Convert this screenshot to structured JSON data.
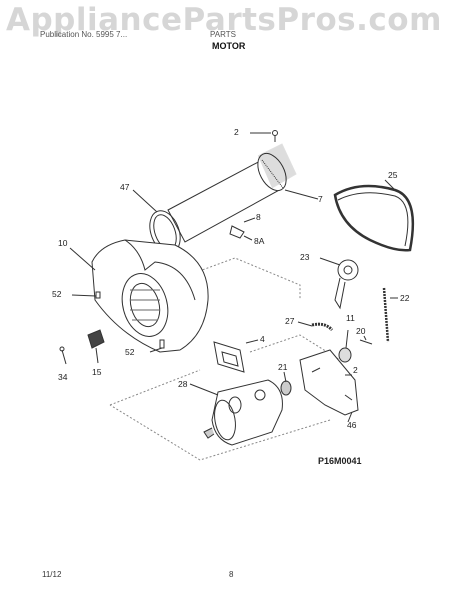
{
  "watermark": "AppliancePartsPros.com",
  "header": {
    "left_text": "Publication No. 5995 7...",
    "mid_text": "PARTS",
    "section_title": "MOTOR"
  },
  "callouts": [
    {
      "id": "2"
    },
    {
      "id": "47"
    },
    {
      "id": "7"
    },
    {
      "id": "25"
    },
    {
      "id": "8"
    },
    {
      "id": "8A"
    },
    {
      "id": "10"
    },
    {
      "id": "23"
    },
    {
      "id": "52a"
    },
    {
      "id": "22"
    },
    {
      "id": "11"
    },
    {
      "id": "27"
    },
    {
      "id": "4"
    },
    {
      "id": "20"
    },
    {
      "id": "52b"
    },
    {
      "id": "34"
    },
    {
      "id": "15"
    },
    {
      "id": "21"
    },
    {
      "id": "2b"
    },
    {
      "id": "28"
    },
    {
      "id": "46"
    }
  ],
  "labels": {
    "c2": "2",
    "c47": "47",
    "c7": "7",
    "c25": "25",
    "c8": "8",
    "c8a": "8A",
    "c10": "10",
    "c23": "23",
    "c52a": "52",
    "c22": "22",
    "c11": "11",
    "c27": "27",
    "c4": "4",
    "c20": "20",
    "c52b": "52",
    "c34": "34",
    "c15": "15",
    "c21": "21",
    "c2b": "2",
    "c28": "28",
    "c46": "46"
  },
  "figure_code": "P16M0041",
  "footer": {
    "date": "11/12",
    "page": "8"
  }
}
